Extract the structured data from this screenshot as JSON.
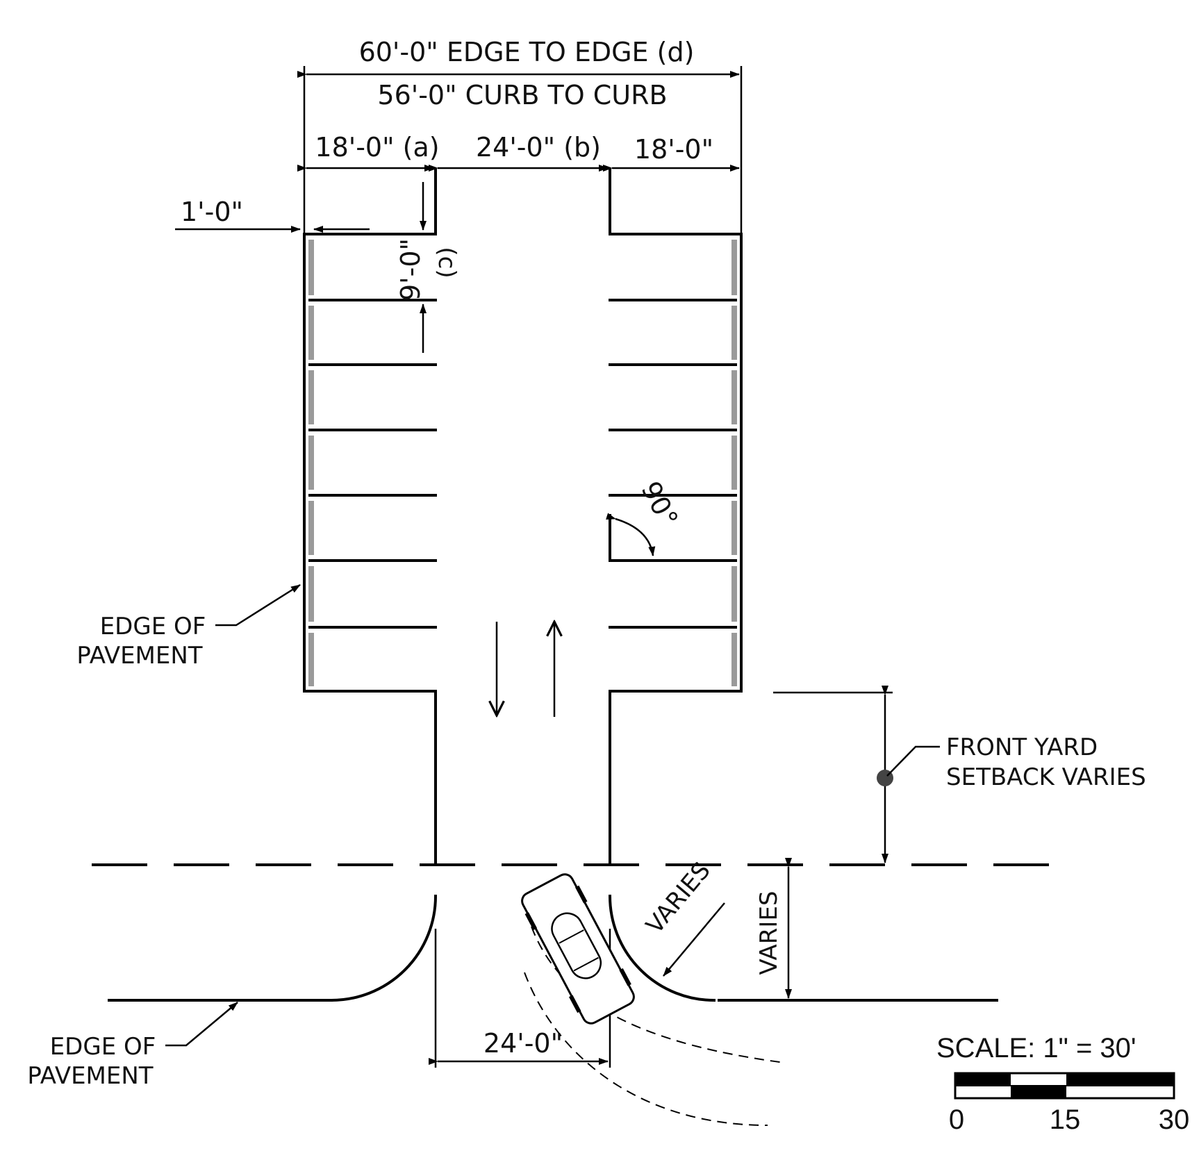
{
  "dimensions": {
    "edge_to_edge": "60'-0\" EDGE TO EDGE (d)",
    "curb_to_curb": "56'-0\" CURB TO CURB",
    "left_stall_depth": "18'-0\" (a)",
    "aisle_width": "24'-0\" (b)",
    "right_stall_depth": "18'-0\"",
    "overhang": "1'-0\"",
    "stall_width": "9'-0\"",
    "stall_width_note": "(c)",
    "angle": "90°",
    "driveway_width": "24'-0\"",
    "radius_varies": "VARIES",
    "depth_varies": "VARIES"
  },
  "notes": {
    "edge_of_pavement_upper_1": "EDGE OF",
    "edge_of_pavement_upper_2": "PAVEMENT",
    "edge_of_pavement_lower_1": "EDGE OF",
    "edge_of_pavement_lower_2": "PAVEMENT",
    "front_yard_1": "FRONT YARD",
    "front_yard_2": "SETBACK VARIES"
  },
  "scale": {
    "label": "SCALE:  1\"  =  30'",
    "ticks": [
      "0",
      "15",
      "30"
    ]
  },
  "colors": {
    "line": "#000000",
    "wheel_stop": "#9a9a9a"
  }
}
